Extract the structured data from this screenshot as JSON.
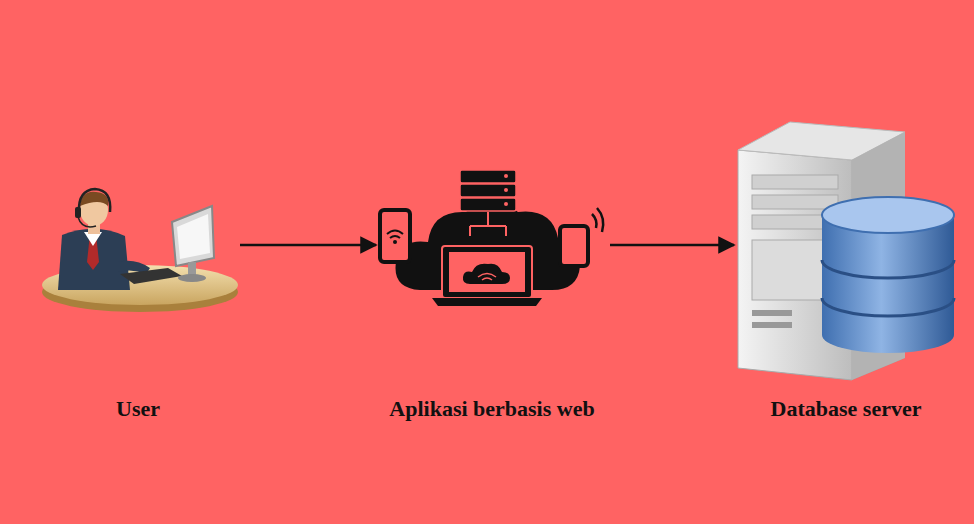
{
  "diagram": {
    "nodes": [
      {
        "text": [
          "User"
        ]
      },
      {
        "text": [
          "Aplikasi berbasis web"
        ]
      },
      {
        "text": [
          "Database server"
        ]
      }
    ],
    "edges": [
      {
        "from": 0,
        "to": 1,
        "arrow": "to"
      },
      {
        "from": 1,
        "to": 2,
        "arrow": "to"
      }
    ]
  }
}
